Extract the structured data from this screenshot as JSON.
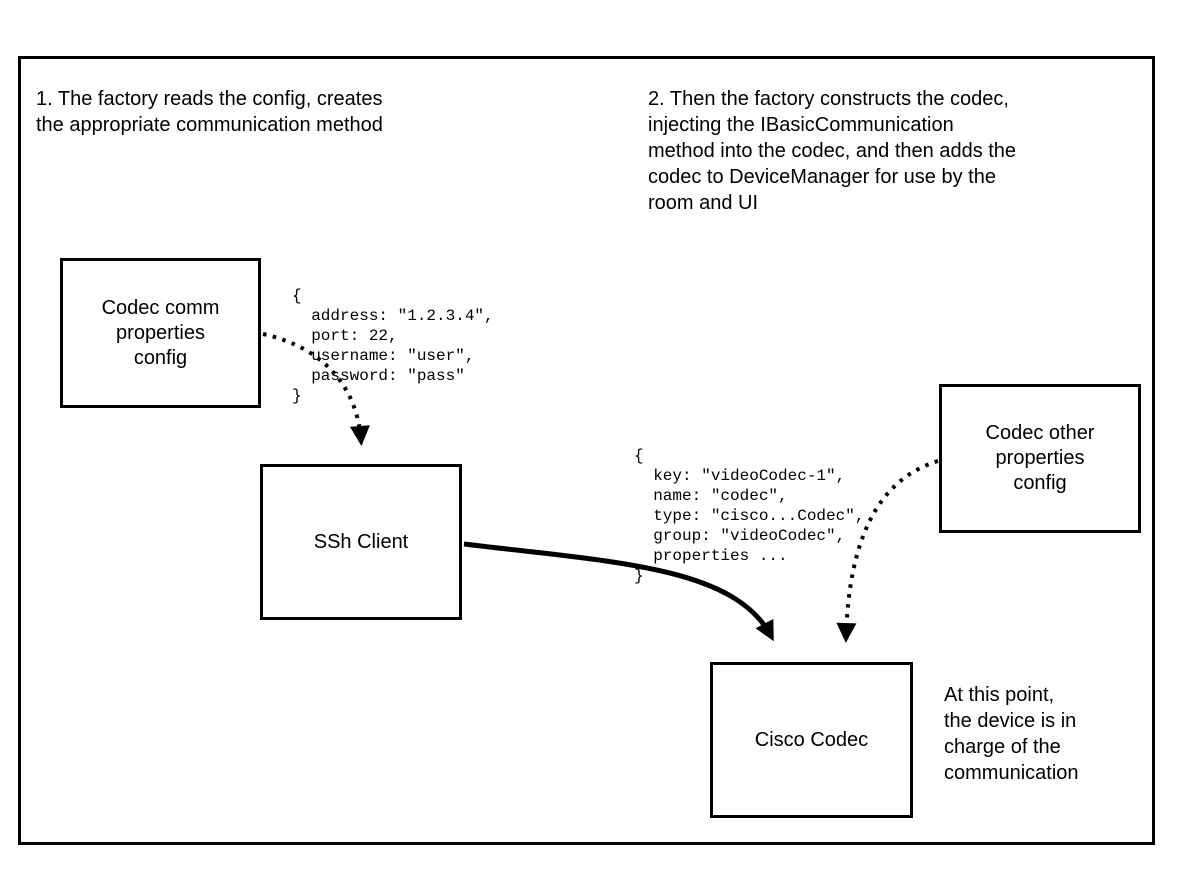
{
  "diagram": {
    "annotations": {
      "step1_lines": [
        "1. The factory reads the config, creates",
        "the appropriate communication method"
      ],
      "step2_lines": [
        "2. Then the factory constructs the codec,",
        "injecting the IBasicCommunication",
        "method into the codec, and then adds the",
        "codec to DeviceManager for use by the",
        "room and UI"
      ],
      "final_lines": [
        "At this point,",
        "the device is in",
        "charge of the",
        "communication"
      ]
    },
    "nodes": {
      "codec_comm_config": {
        "label": "Codec comm properties config"
      },
      "ssh_client": {
        "label": "SSh Client"
      },
      "codec_other_config": {
        "label": "Codec other properties config"
      },
      "cisco_codec": {
        "label": "Cisco Codec"
      }
    },
    "code_snippets": {
      "comm_properties": "{\n  address: \"1.2.3.4\",\n  port: 22,\n  username: \"user\",\n  password: \"pass\"\n}",
      "codec_properties": "{\n  key: \"videoCodec-1\",\n  name: \"codec\",\n  type: \"cisco...Codec\",\n  group: \"videoCodec\",\n  properties ...\n}"
    },
    "colors": {
      "stroke": "#000000",
      "background": "#ffffff"
    }
  }
}
